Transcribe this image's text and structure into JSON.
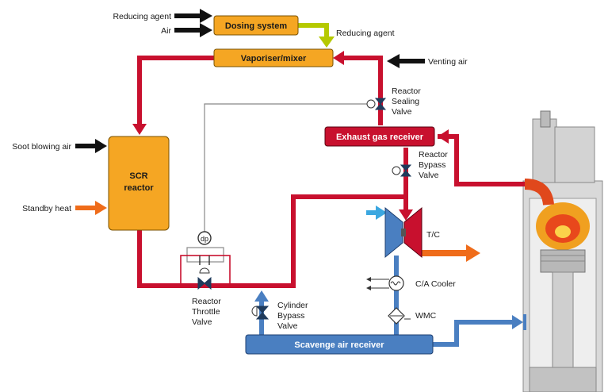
{
  "inputs": {
    "reducing_agent": "Reducing agent",
    "air": "Air",
    "venting_air": "Venting air",
    "soot_blowing_air": "Soot blowing air",
    "standby_heat": "Standby heat"
  },
  "components": {
    "dosing_system": "Dosing system",
    "vaporiser_mixer": "Vaporiser/mixer",
    "reducing_agent_out": "Reducing agent",
    "scr_reactor_line1": "SCR",
    "scr_reactor_line2": "reactor",
    "exhaust_gas_receiver": "Exhaust gas receiver",
    "scavenge_air_receiver": "Scavenge air receiver",
    "turbocharger": "T/C",
    "ca_cooler": "C/A Cooler",
    "wmc": "WMC",
    "dp_gauge": "dp"
  },
  "valves": {
    "reactor_sealing": [
      "Reactor",
      "Sealing",
      "Valve"
    ],
    "reactor_bypass": [
      "Reactor",
      "Bypass",
      "Valve"
    ],
    "reactor_throttle": [
      "Reactor",
      "Throttle",
      "Valve"
    ],
    "cylinder_bypass": [
      "Cylinder",
      "Bypass",
      "Valve"
    ]
  },
  "colors": {
    "exhaust_pipe": "#c8102e",
    "scavenge_pipe": "#4a7fc1",
    "component_fill": "#f5a623",
    "receiver_fill": "#c8102e",
    "scavenge_fill": "#4a7fc1",
    "reagent_line": "#b5c900",
    "orange_flow": "#ef6c1a",
    "inlet_air": "#3ba7e0",
    "control_line": "#888888"
  }
}
